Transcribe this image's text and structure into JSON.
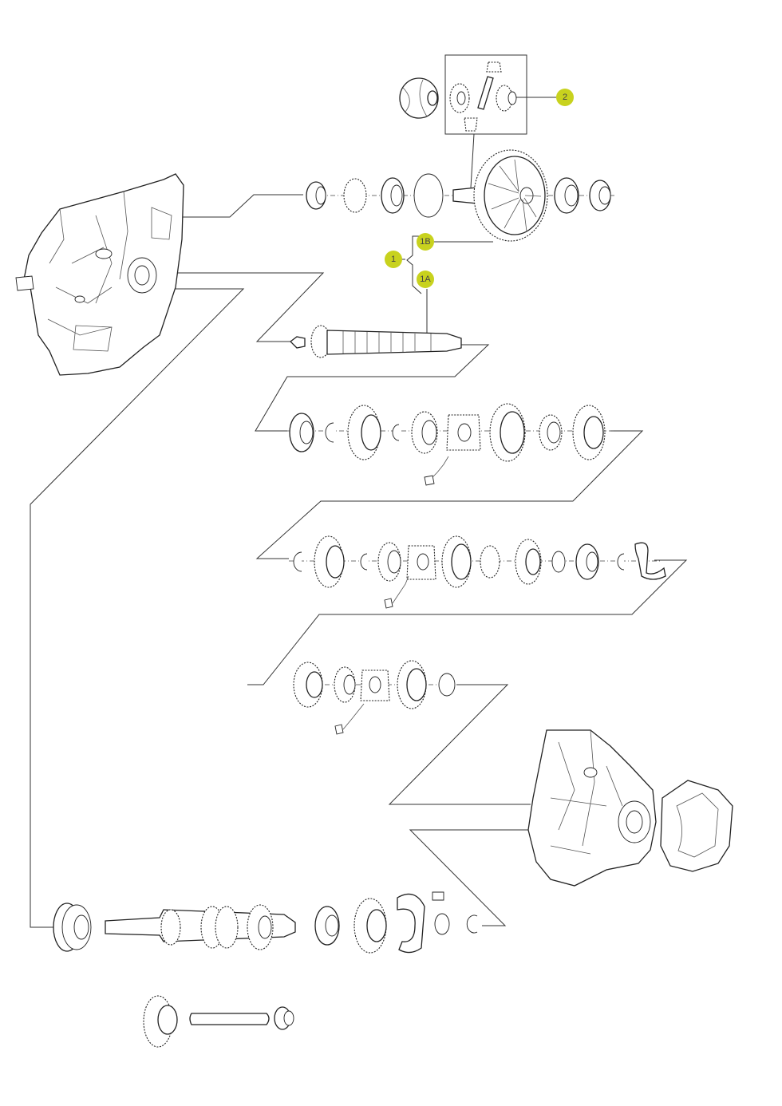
{
  "callouts": [
    {
      "id": "1",
      "label": "1"
    },
    {
      "id": "1A",
      "label": "1A"
    },
    {
      "id": "1B",
      "label": "1B"
    },
    {
      "id": "2",
      "label": "2"
    }
  ],
  "colors": {
    "callout_fill": "#c8d21e",
    "line": "#333333",
    "background": "#ffffff"
  }
}
